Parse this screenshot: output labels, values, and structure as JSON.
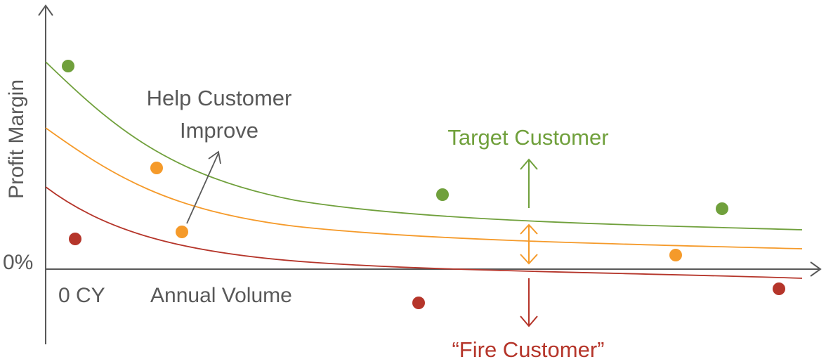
{
  "axes": {
    "y_label": "Profit Margin",
    "zero_label": "0%",
    "origin_label": "0 CY",
    "x_label": "Annual Volume"
  },
  "annotations": {
    "help_line1": "Help Customer",
    "help_line2": "Improve",
    "target": "Target Customer",
    "fire": "“Fire Customer”"
  },
  "colors": {
    "axis": "#595959",
    "green": "#70a03c",
    "orange": "#f59a2a",
    "red": "#b5352a"
  },
  "curves": [
    "green",
    "orange",
    "red"
  ],
  "points": [
    {
      "group": "green"
    },
    {
      "group": "green"
    },
    {
      "group": "green"
    },
    {
      "group": "orange"
    },
    {
      "group": "orange"
    },
    {
      "group": "orange"
    },
    {
      "group": "red"
    },
    {
      "group": "red"
    },
    {
      "group": "red"
    }
  ]
}
